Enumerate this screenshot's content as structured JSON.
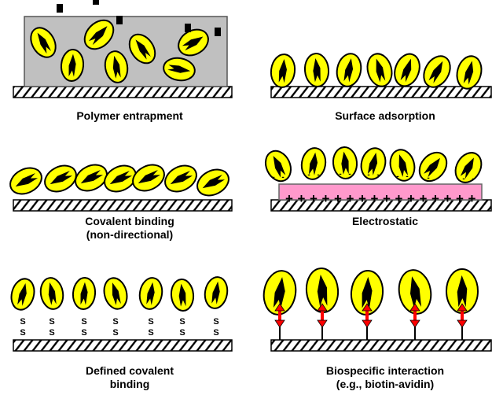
{
  "colors": {
    "enzyme_fill": "#ffff00",
    "enzyme_stroke": "#000000",
    "polymer_fill": "#c0c0c0",
    "charged_layer_fill": "#ff99cc",
    "interaction_arrow": "#ff0000",
    "surface_hatch": "#000000"
  },
  "icons": {
    "enzyme": "enzyme-icon",
    "surface": "hatched-support-surface"
  },
  "panels": {
    "polymer_entrapment": {
      "caption": "Polymer entrapment"
    },
    "surface_adsorption": {
      "caption": "Surface adsorption"
    },
    "covalent_binding": {
      "caption_line1": "Covalent binding",
      "caption_line2": "(non-directional)"
    },
    "electrostatic": {
      "caption": "Electrostatic",
      "layer_charge_symbol": "+",
      "enzyme_charge_symbol": "-"
    },
    "defined_covalent": {
      "caption_line1": "Defined covalent",
      "caption_line2": "binding",
      "disulfide_symbol": "S"
    },
    "biospecific": {
      "caption_line1": "Biospecific interaction",
      "caption_line2": "(e.g., biotin-avidin)"
    }
  }
}
